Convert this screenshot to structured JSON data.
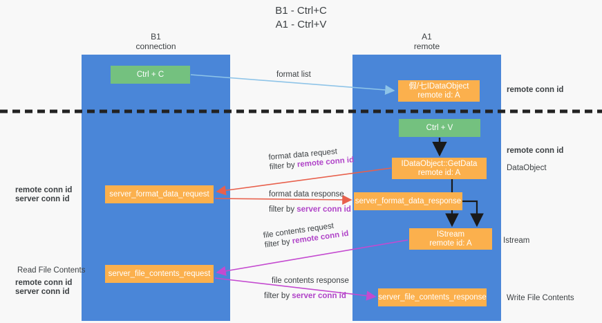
{
  "title": {
    "line1": "B1 - Ctrl+C",
    "line2": "A1 - Ctrl+V"
  },
  "lanes": [
    {
      "id": "b1",
      "name": "B1",
      "role": "connection",
      "color": "#4a86d8"
    },
    {
      "id": "a1",
      "name": "A1",
      "role": "remote",
      "color": "#4a86d8"
    }
  ],
  "nodes": {
    "ctrl_c": {
      "label": "Ctrl + C",
      "sub": "",
      "color": "#74c17f"
    },
    "idataobject": {
      "label": "假/七IDataObject",
      "sub": "remote id: A",
      "color": "#fbb04d"
    },
    "ctrl_v": {
      "label": "Ctrl + V",
      "sub": "",
      "color": "#74c17f"
    },
    "getdata": {
      "label": "IDataObject::GetData",
      "sub": "remote id: A",
      "color": "#fbb04d"
    },
    "fmt_request": {
      "label": "server_format_data_request",
      "sub": "",
      "color": "#fbb04d"
    },
    "fmt_response": {
      "label": "server_format_data_response",
      "sub": "",
      "color": "#fbb04d"
    },
    "istream": {
      "label": "IStream",
      "sub": "remote id: A",
      "color": "#fbb04d"
    },
    "file_request": {
      "label": "server_file_contents_request",
      "sub": "",
      "color": "#fbb04d"
    },
    "file_response": {
      "label": "server_file_contents_response",
      "sub": "",
      "color": "#fbb04d"
    }
  },
  "edge_labels": {
    "format_list": "format list",
    "fmt_req_line1": "format data request",
    "fmt_req_line2_prefix": "filter by ",
    "fmt_req_line2_key": "remote conn id",
    "fmt_resp_line1": "format data response",
    "fmt_resp_line2_prefix": "filter by ",
    "fmt_resp_line2_key": "server conn id",
    "file_req_line1": "file contents request",
    "file_req_line2_prefix": "filter by ",
    "file_req_line2_key": "remote conn id",
    "file_resp_line1": "file contents response",
    "file_resp_line2_prefix": "filter by ",
    "file_resp_line2_key": "server conn id"
  },
  "annotations": {
    "right_remote_conn_id_top": "remote conn id",
    "right_remote_conn_id_mid": "remote conn id",
    "right_dataobject": "DataObject",
    "right_istream": "Istream",
    "right_write_file_contents": "Write File Contents",
    "left_remote_conn_id": "remote conn id",
    "left_server_conn_id": "server conn id",
    "left_read_file_contents": "Read File Contents",
    "left_remote_conn_id_2": "remote conn id",
    "left_server_conn_id_2": "server conn id"
  },
  "colors": {
    "lane": "#4a86d8",
    "green_node": "#74c17f",
    "orange_node": "#fbb04d",
    "purple_text": "#b044c8",
    "green_text": "#5fb86e",
    "arrow_light_blue": "#8ec4e8",
    "arrow_red": "#e8604c",
    "arrow_magenta": "#c44ad0",
    "arrow_black": "#1a1a1a",
    "divider": "#222222",
    "background": "#f8f8f8"
  }
}
